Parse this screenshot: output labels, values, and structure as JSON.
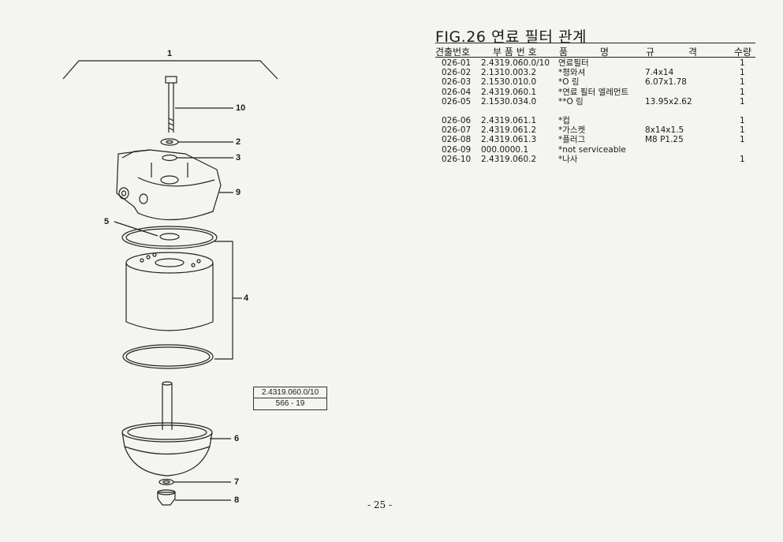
{
  "figure": {
    "title": "FIG.26 연료 필터 관계",
    "columns": {
      "no": "견출번호",
      "part": "부 품 번 호",
      "name_a": "품",
      "name_b": "명",
      "spec_a": "규",
      "spec_b": "격",
      "qty": "수량"
    },
    "rows": [
      {
        "no": "026-01",
        "part": "2.4319.060.0/10",
        "name": "연료필터",
        "spec": "",
        "qty": "1"
      },
      {
        "no": "026-02",
        "part": "2.1310.003.2",
        "name": "*평와셔",
        "spec": "7.4x14",
        "qty": "1"
      },
      {
        "no": "026-03",
        "part": "2.1530.010.0",
        "name": "*O 링",
        "spec": "6.07x1.78",
        "qty": "1"
      },
      {
        "no": "026-04",
        "part": "2.4319.060.1",
        "name": "*연료 필터 엘레먼트",
        "spec": "",
        "qty": "1"
      },
      {
        "no": "026-05",
        "part": "2.1530.034.0",
        "name": "**O 링",
        "spec": "13.95x2.62",
        "qty": "1"
      },
      {
        "no": "026-06",
        "part": "2.4319.061.1",
        "name": "*컵",
        "spec": "",
        "qty": "1"
      },
      {
        "no": "026-07",
        "part": "2.4319.061.2",
        "name": "*가스켓",
        "spec": "8x14x1.5",
        "qty": "1"
      },
      {
        "no": "026-08",
        "part": "2.4319.061.3",
        "name": "*플러그",
        "spec": "M8 P1.25",
        "qty": "1"
      },
      {
        "no": "026-09",
        "part": "000.0000.1",
        "name": "*not serviceable",
        "spec": "",
        "qty": ""
      },
      {
        "no": "026-10",
        "part": "2.4319.060.2",
        "name": "*나사",
        "spec": "",
        "qty": "1"
      }
    ]
  },
  "diagram": {
    "callouts": [
      "1",
      "2",
      "3",
      "4",
      "5",
      "6",
      "7",
      "8",
      "9",
      "10"
    ],
    "stamp_part": "2.4319.060.0/10",
    "stamp_code": "566 - 19"
  },
  "page_number": "- 25 -"
}
